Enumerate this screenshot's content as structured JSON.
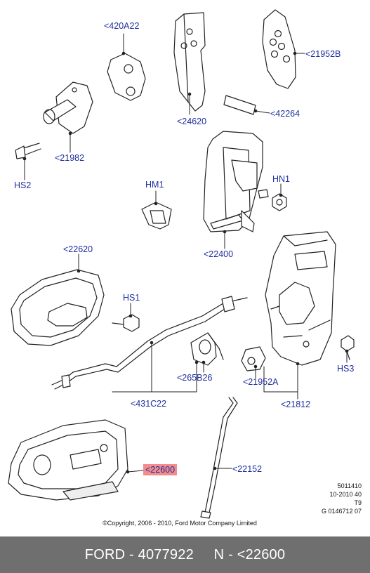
{
  "callouts": {
    "c420A22": "<420A22",
    "c21952B": "<21952B",
    "c42264": "<42264",
    "c24620": "<24620",
    "c21982": "<21982",
    "hs2": "HS2",
    "hm1": "HM1",
    "hn1": "HN1",
    "c22400": "<22400",
    "c22620": "<22620",
    "hs1": "HS1",
    "hs3": "HS3",
    "c265B26": "<265B26",
    "c21952A": "<21952A",
    "c431C22": "<431C22",
    "c21812": "<21812",
    "c22600": "<22600",
    "c22152": "<22152"
  },
  "highlight_color": "#f28c8c",
  "callout_color": "#1f2f9c",
  "meta": {
    "line1": "5011410",
    "line2": "10-2010 40",
    "line3": "T9",
    "line4": "G 0146712 07"
  },
  "copyright": "©Copyright, 2006 - 2010, Ford Motor Company Limited",
  "footer": "FORD - 4077922     N - <22600"
}
